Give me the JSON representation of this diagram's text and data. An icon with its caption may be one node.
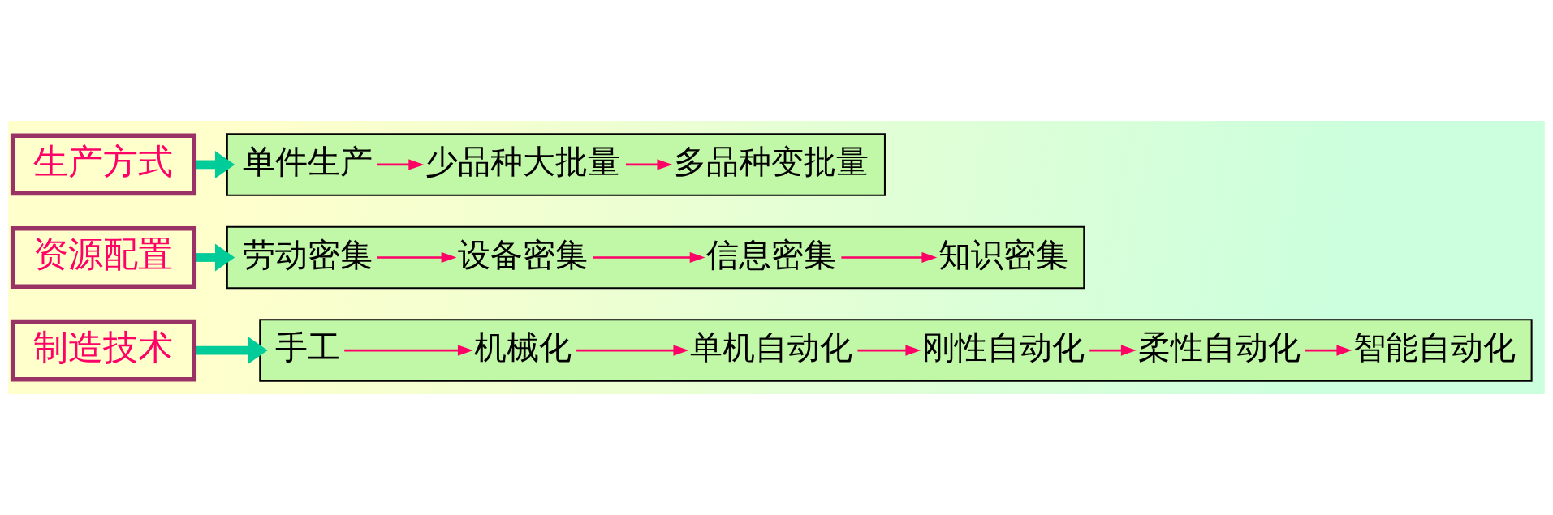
{
  "diagram": {
    "nodes": [
      {
        "text": [
          "生产方式"
        ]
      },
      {
        "text": [],
        "shape": "box"
      },
      {
        "text": [
          "单件生产"
        ],
        "in": 1
      },
      {
        "text": [
          "少品种大批量"
        ],
        "in": 1
      },
      {
        "text": [
          "多品种变批量"
        ],
        "in": 1
      },
      {
        "text": [
          "资源配置"
        ]
      },
      {
        "text": [],
        "shape": "box"
      },
      {
        "text": [
          "劳动密集"
        ],
        "in": 6
      },
      {
        "text": [
          "设备密集"
        ],
        "in": 6
      },
      {
        "text": [
          "信息密集"
        ],
        "in": 6
      },
      {
        "text": [
          "知识密集"
        ],
        "in": 6
      },
      {
        "text": [
          "制造技术"
        ]
      },
      {
        "text": [],
        "shape": "box"
      },
      {
        "text": [
          "手工"
        ],
        "in": 12
      },
      {
        "text": [
          "机械化"
        ],
        "in": 12
      },
      {
        "text": [
          "单机自动化"
        ],
        "in": 12
      },
      {
        "text": [
          "刚性自动化"
        ],
        "in": 12
      },
      {
        "text": [
          "柔性自动化"
        ],
        "in": 12
      },
      {
        "text": [
          "智能自动化"
        ],
        "in": 12
      }
    ],
    "edges": [
      {
        "from": 0,
        "to": 1,
        "arrow": "to",
        "style": "thick",
        "color": "#00cc99"
      },
      {
        "from": 2,
        "to": 3,
        "arrow": "to"
      },
      {
        "from": 3,
        "to": 4,
        "arrow": "to"
      },
      {
        "from": 5,
        "to": 6,
        "arrow": "to",
        "style": "thick",
        "color": "#00cc99"
      },
      {
        "from": 7,
        "to": 8,
        "arrow": "to"
      },
      {
        "from": 8,
        "to": 9,
        "arrow": "to"
      },
      {
        "from": 9,
        "to": 10,
        "arrow": "to"
      },
      {
        "from": 11,
        "to": 12,
        "arrow": "to",
        "style": "thick",
        "color": "#00cc99"
      },
      {
        "from": 13,
        "to": 14,
        "arrow": "to"
      },
      {
        "from": 14,
        "to": 15,
        "arrow": "to"
      },
      {
        "from": 15,
        "to": 16,
        "arrow": "to"
      },
      {
        "from": 16,
        "to": 17,
        "arrow": "to"
      },
      {
        "from": 17,
        "to": 18,
        "arrow": "to"
      }
    ]
  }
}
